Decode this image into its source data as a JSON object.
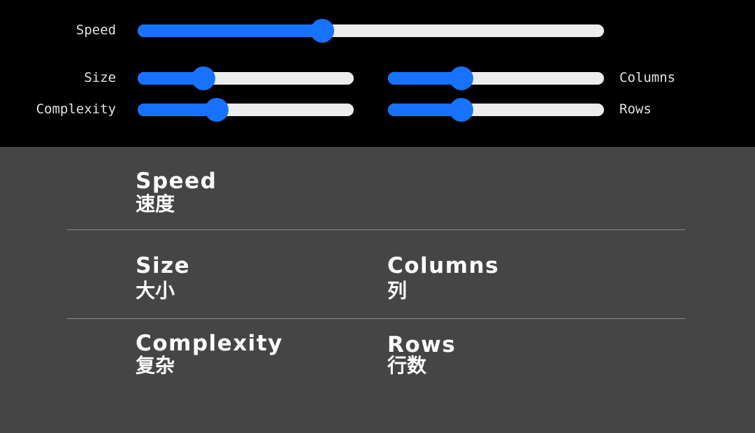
{
  "controls": {
    "speed": {
      "label": "Speed",
      "value": 0.39
    },
    "size": {
      "label": "Size",
      "value": 0.28
    },
    "complexity": {
      "label": "Complexity",
      "value": 0.35
    },
    "columns": {
      "label": "Columns",
      "value": 0.32
    },
    "rows": {
      "label": "Rows",
      "value": 0.32
    }
  },
  "legend": {
    "speed": {
      "en": "Speed",
      "zh": "速度"
    },
    "size": {
      "en": "Size",
      "zh": "大小"
    },
    "columns": {
      "en": "Columns",
      "zh": "列"
    },
    "complexity": {
      "en": "Complexity",
      "zh": "复杂"
    },
    "rows": {
      "en": "Rows",
      "zh": "行数"
    }
  },
  "colors": {
    "accent": "#1772ff",
    "track": "#ececec",
    "panel_background": "#000000",
    "page_background": "#454545"
  }
}
